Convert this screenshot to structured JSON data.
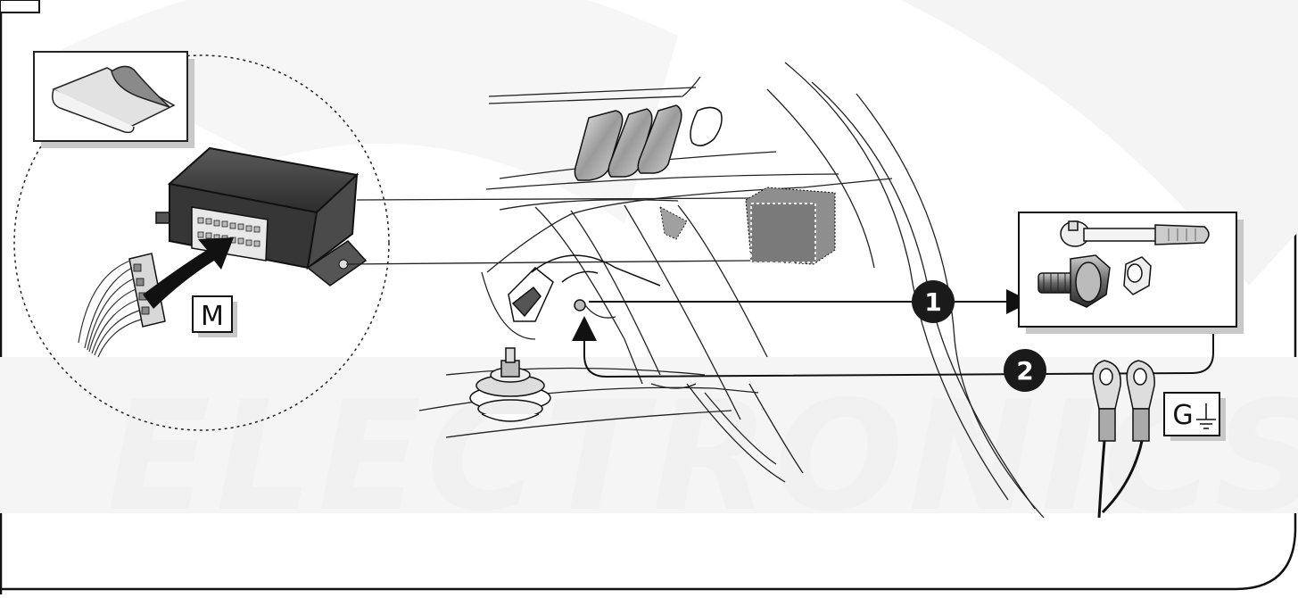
{
  "watermark": {
    "text": "ELECTRONICS"
  },
  "labels": {
    "module": "M",
    "ground": "G"
  },
  "steps": [
    {
      "number": "1"
    },
    {
      "number": "2"
    }
  ],
  "icons": {
    "adhesive_pad": "adhesive-pad-icon",
    "tools": "ratchet-bolt-socket-icon",
    "ground_symbol": "ground-icon"
  },
  "colors": {
    "line": "#111111",
    "badge": "#1a1a1a",
    "module_dark": "#3c3c3c",
    "shadow": "#c8c8c8",
    "watermark": "#f1f1f1"
  }
}
